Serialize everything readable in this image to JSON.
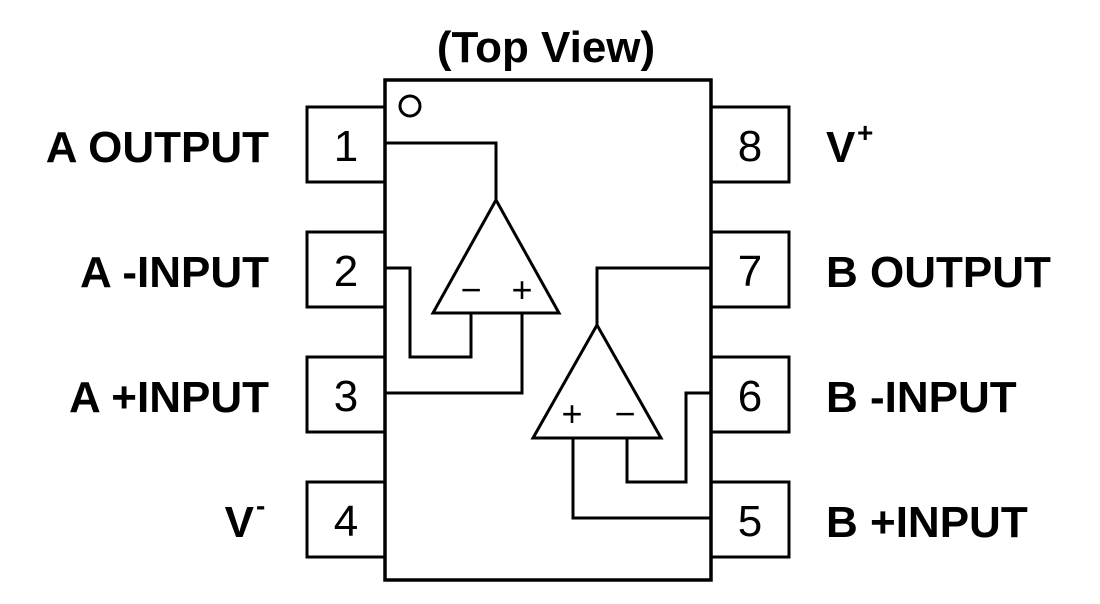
{
  "title": "(Top View)",
  "pins_left": [
    {
      "number": "1",
      "label": "A OUTPUT"
    },
    {
      "number": "2",
      "label": "A -INPUT"
    },
    {
      "number": "3",
      "label": "A +INPUT"
    },
    {
      "number": "4",
      "label": "V",
      "sup": "-"
    }
  ],
  "pins_right": [
    {
      "number": "8",
      "label": "V",
      "sup": "+"
    },
    {
      "number": "7",
      "label": "B OUTPUT"
    },
    {
      "number": "6",
      "label": "B -INPUT"
    },
    {
      "number": "5",
      "label": "B +INPUT"
    }
  ],
  "amp_a": {
    "minus": "−",
    "plus": "+"
  },
  "amp_b": {
    "plus": "+",
    "minus": "−"
  }
}
